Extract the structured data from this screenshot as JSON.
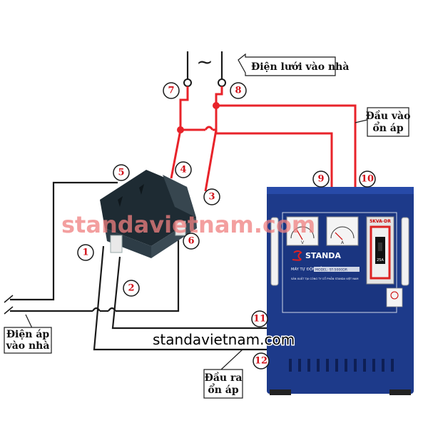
{
  "labels": {
    "grid_power": "Điện lưới vào nhà",
    "regulator_input_line1": "Đầu vào",
    "regulator_input_line2": "ổn áp",
    "house_power_line1": "Điện áp",
    "house_power_line2": "vào nhà",
    "regulator_output_line1": "Đầu ra",
    "regulator_output_line2": "ổn áp",
    "ac_symbol": "~"
  },
  "terminals": [
    "1",
    "2",
    "3",
    "4",
    "5",
    "6",
    "7",
    "8",
    "9",
    "10",
    "11",
    "12"
  ],
  "watermarks": {
    "red": "standavietnam.com",
    "black": "standavietnam.com"
  },
  "regulator": {
    "brand": "STANDA",
    "product_line": "MÁY TỰ ĐỘNG ỔN ÁP",
    "model": "MODEL: ST-5000DR",
    "maker": "SẢN XUẤT TẠI CÔNG TY CỔ PHẦN STANDA VIỆT NAM",
    "rating": "5KVA-DR",
    "volt_meter_unit": "V",
    "amp_meter_unit": "A",
    "breaker_rating": "25A"
  },
  "colors": {
    "live_wire": "#e8232a",
    "neutral_wire": "#1a1a1a",
    "regulator_body": "#1d3a8a",
    "number_text": "#d2141c"
  }
}
